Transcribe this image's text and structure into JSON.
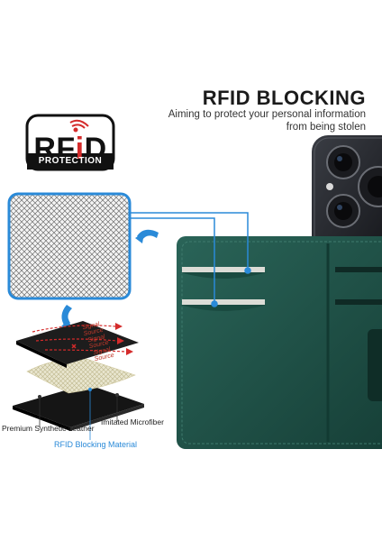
{
  "header": {
    "title": "RFID BLOCKING",
    "subtitle_line1": "Aiming to protect your personal information",
    "subtitle_line2": "from being stolen"
  },
  "badge": {
    "word_prefix": "RF",
    "word_i": "i",
    "word_suffix": "D",
    "caption": "PROTECTION"
  },
  "layers": {
    "labels": {
      "leather": "Premium Synthetic Leather",
      "microfiber": "Imitated Microfiber",
      "rfid": "RFID Blocking Material"
    },
    "signal_texts": [
      "Signal Source",
      "Signal Source",
      "Signal Source"
    ]
  },
  "colors": {
    "accent_blue": "#2a8ad8",
    "case_green": "#1f5449",
    "signal_red": "#d42b2b"
  }
}
